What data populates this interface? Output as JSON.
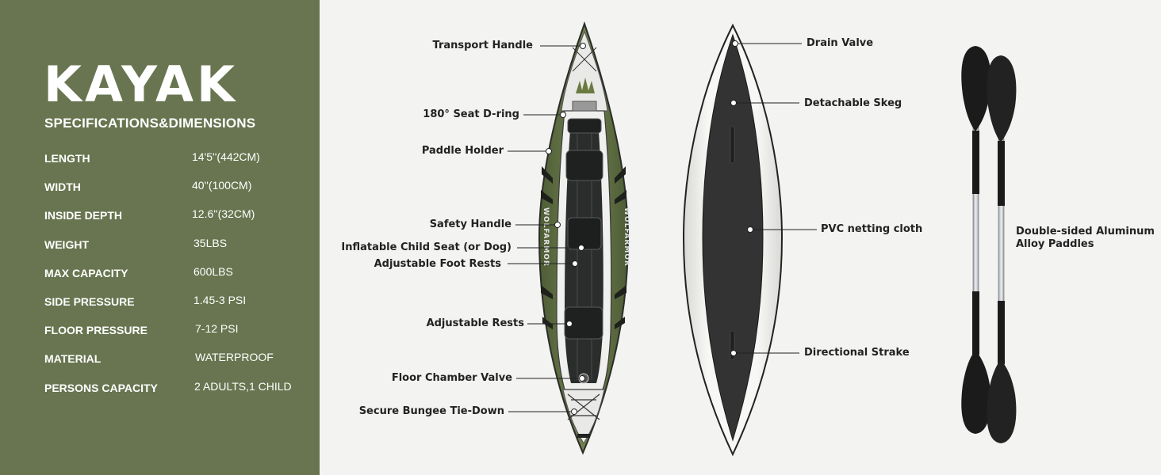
{
  "title": "KAYAK",
  "subtitle": "SPECIFICATIONS&DIMENSIONS",
  "specs": [
    {
      "label": "LENGTH",
      "value": "14'5''(442CM)"
    },
    {
      "label": "WIDTH",
      "value": "40''(100CM)"
    },
    {
      "label": "INSIDE DEPTH",
      "value": "12.6''(32CM)"
    },
    {
      "label": "WEIGHT",
      "value": "35LBS"
    },
    {
      "label": "MAX CAPACITY",
      "value": "600LBS"
    },
    {
      "label": "SIDE PRESSURE",
      "value": "1.45-3 PSI"
    },
    {
      "label": "FLOOR PRESSURE",
      "value": "7-12 PSI"
    },
    {
      "label": "MATERIAL",
      "value": "WATERPROOF"
    },
    {
      "label": "PERSONS CAPACITY",
      "value": "2 ADULTS,1 CHILD"
    }
  ],
  "top_view_callouts": [
    "Transport Handle",
    "180° Seat D-ring",
    "Paddle Holder",
    "Safety Handle",
    "Inflatable Child Seat (or Dog)",
    "Adjustable Foot Rests",
    "Adjustable Rests",
    "Floor Chamber Valve",
    "Secure Bungee Tie-Down"
  ],
  "bottom_view_callouts": [
    "Drain Valve",
    "Detachable Skeg",
    "PVC netting cloth",
    "Directional Strake"
  ],
  "paddle_callout": [
    "Double-sided Aluminum",
    "Alloy Paddles"
  ],
  "hull_logo_text": "WOLFARMOR",
  "colors": {
    "panel": "#687550",
    "kayak_green": "#5f6e43",
    "kayak_dark": "#2a2d28",
    "hull_dark": "#333333",
    "hull_light": "#ebebea",
    "paddle": "#1b1b1b",
    "shaft": "#c9cccf"
  }
}
